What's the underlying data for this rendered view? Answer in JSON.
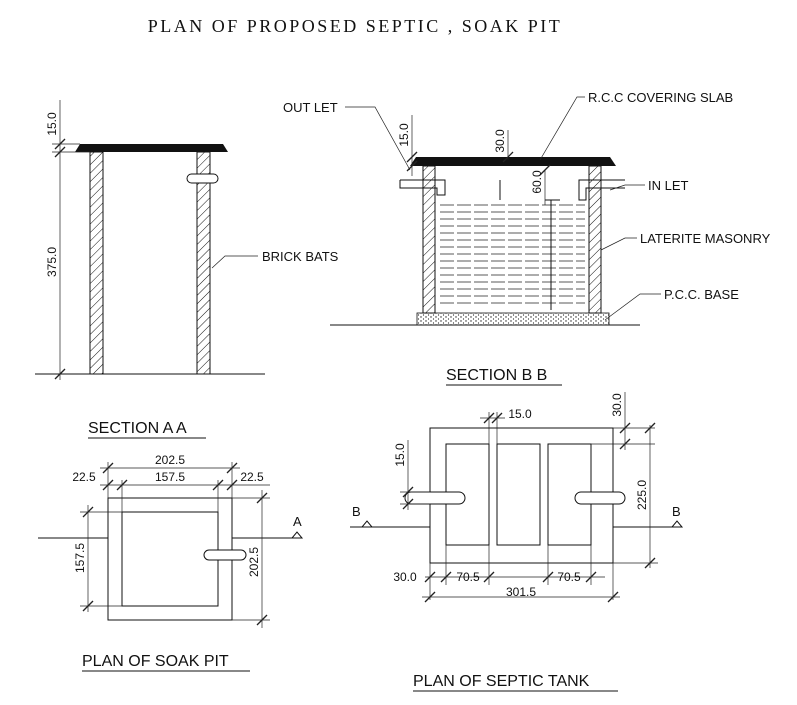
{
  "title": "PLAN OF PROPOSED SEPTIC , SOAK PIT",
  "section_aa": {
    "heading": "SECTION A A",
    "dim_top": "15.0",
    "dim_height": "375.0",
    "label_brick": "BRICK BATS"
  },
  "section_bb": {
    "heading": "SECTION B B",
    "label_outlet": "OUT LET",
    "label_slab": "R.C.C COVERING SLAB",
    "label_inlet": "IN LET",
    "label_masonry": "LATERITE MASONRY",
    "label_base": "P.C.C. BASE",
    "dim_15": "15.0",
    "dim_30": "30.0",
    "dim_60": "60.0"
  },
  "soak_pit_plan": {
    "heading": "PLAN OF SOAK PIT",
    "dim_overall": "202.5",
    "dim_inner": "157.5",
    "dim_left": "22.5",
    "dim_right": "22.5",
    "dim_side_inner": "157.5",
    "dim_side_overall": "202.5",
    "marker": "A"
  },
  "septic_plan": {
    "heading": "PLAN OF SEPTIC TANK",
    "dim_15_top": "15.0",
    "dim_30_top": "30.0",
    "dim_15_left": "15.0",
    "dim_225": "225.0",
    "dim_30_bottom": "30.0",
    "dim_70_left": "70.5",
    "dim_70_right": "70.5",
    "dim_overall": "301.5",
    "marker_left": "B",
    "marker_right": "B"
  }
}
